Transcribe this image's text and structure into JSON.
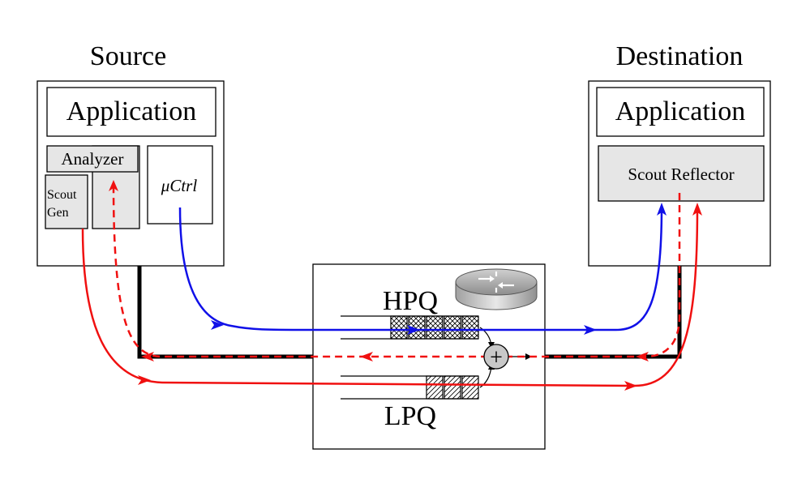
{
  "source": {
    "title": "Source",
    "application": "Application",
    "analyzer": "Analyzer",
    "scout_gen_line1": "Scout",
    "scout_gen_line2": "Gen",
    "controller_mu": "μ",
    "controller_rest": "Ctrl"
  },
  "destination": {
    "title": "Destination",
    "application": "Application",
    "reflector": "Scout Reflector"
  },
  "switch": {
    "hpq_label": "HPQ",
    "lpq_label": "LPQ",
    "scheduler_symbol": "+",
    "router_icon": "router-icon"
  },
  "colors": {
    "control_path": "#1010e8",
    "scout_path": "#f01010",
    "data_path": "#000000",
    "shaded_box": "#e6e6e6"
  }
}
